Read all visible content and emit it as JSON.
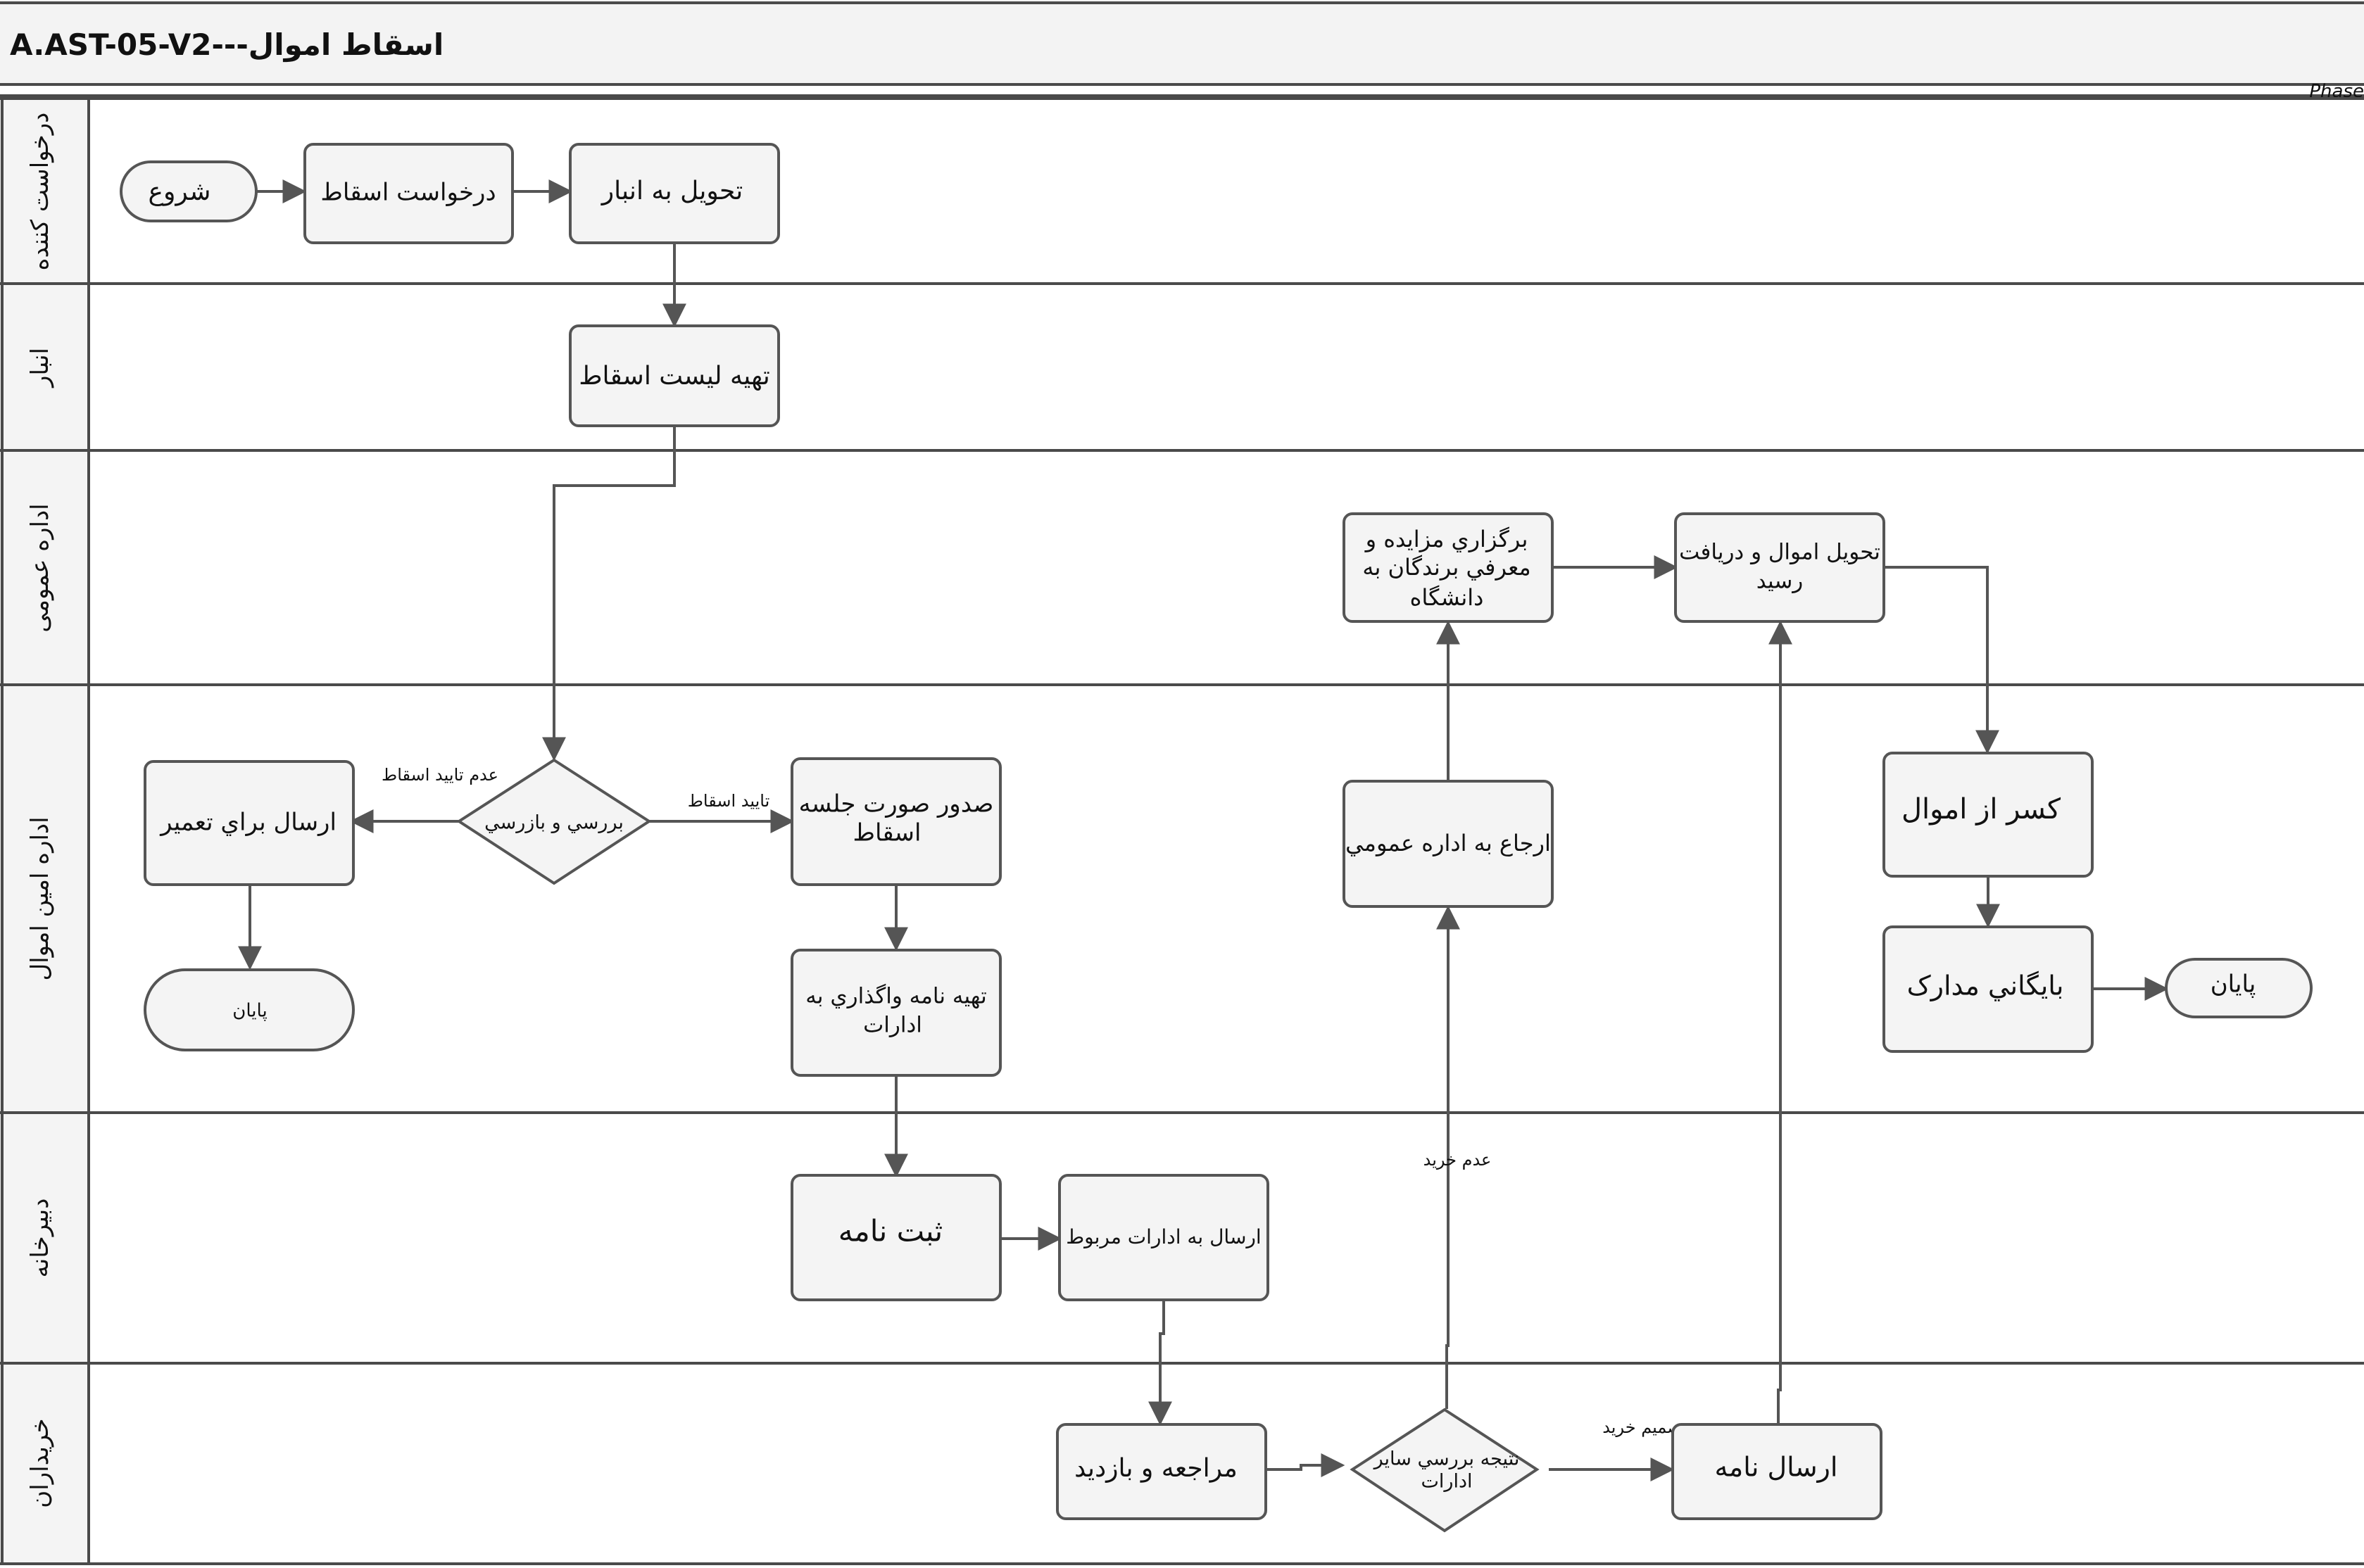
{
  "diagram": {
    "title": "A.AST-05-V2---اسقاط اموال",
    "phase_label": "Phase",
    "lanes": [
      {
        "id": "lane1",
        "label": "درخواست کننده"
      },
      {
        "id": "lane2",
        "label": "انبار"
      },
      {
        "id": "lane3",
        "label": "اداره عمومی"
      },
      {
        "id": "lane4",
        "label": "اداره امین اموال"
      },
      {
        "id": "lane5",
        "label": "دبیرخانه"
      },
      {
        "id": "lane6",
        "label": "خریداران"
      }
    ],
    "nodes": {
      "start": "شروع",
      "request": "درخواست اسقاط",
      "deliver_warehouse": "تحویل به انبار",
      "prepare_list": "تهیه لیست اسقاط",
      "review": "بررسي و بازرسي",
      "send_repair": "ارسال براي تعمير",
      "end_left": "پایان",
      "issue_minutes": [
        "صدور صورت جلسه",
        "اسقاط"
      ],
      "prepare_letter": [
        "تهيه نامه واگذاري به",
        "ادارات"
      ],
      "register_letter": "ثبت نامه",
      "send_offices": "ارسال به ادارات مربوط",
      "visit": "مراجعه و بازديد",
      "review_result": [
        "نتيجه بررسي ساير",
        "ادارات"
      ],
      "send_letter": "ارسال نامه",
      "refer_general": "ارجاع به اداره عمومي",
      "auction": [
        "برگزاري مزايده و",
        "معرفي برندگان به",
        "دانشگاه"
      ],
      "deliver_receipt": [
        "تحويل اموال و دريافت",
        "رسيد"
      ],
      "deduct": "کسر از اموال",
      "archive": "بايگاني مدارک",
      "end_right": "پایان"
    },
    "edge_labels": {
      "reject": "عدم تاييد اسقاط",
      "approve": "تاييد اسقاط",
      "no_purchase": "عدم خريد",
      "purchase_decision": "تصميم خريد"
    }
  }
}
